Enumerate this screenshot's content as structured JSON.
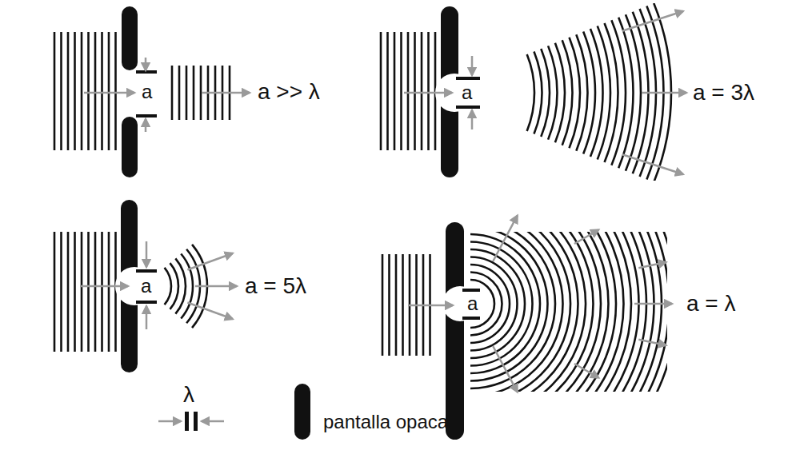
{
  "diagram": {
    "labels": [
      "a",
      "a >> λ",
      "a",
      "a = 3λ",
      "a",
      "a = 5λ",
      "a",
      "a = λ"
    ],
    "legend": [
      {
        "text": "λ"
      },
      {
        "text": "pantalla opaca"
      }
    ]
  }
}
